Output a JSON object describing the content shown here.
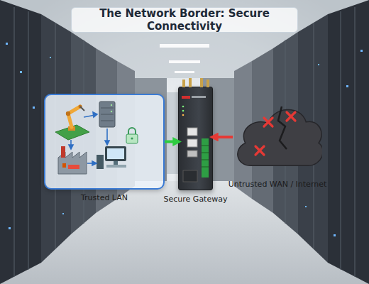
{
  "diagram": {
    "title": "The Network Border: Secure Connectivity",
    "nodes": [
      {
        "text": [
          "Trusted LAN"
        ]
      },
      {
        "text": [
          "Secure Gateway"
        ]
      },
      {
        "text": [
          "Untrusted WAN / Internet"
        ]
      }
    ],
    "edges": [
      {
        "from": 0,
        "to": 1,
        "arrow": "to"
      },
      {
        "from": 2,
        "to": 1,
        "arrow": "to"
      }
    ]
  }
}
